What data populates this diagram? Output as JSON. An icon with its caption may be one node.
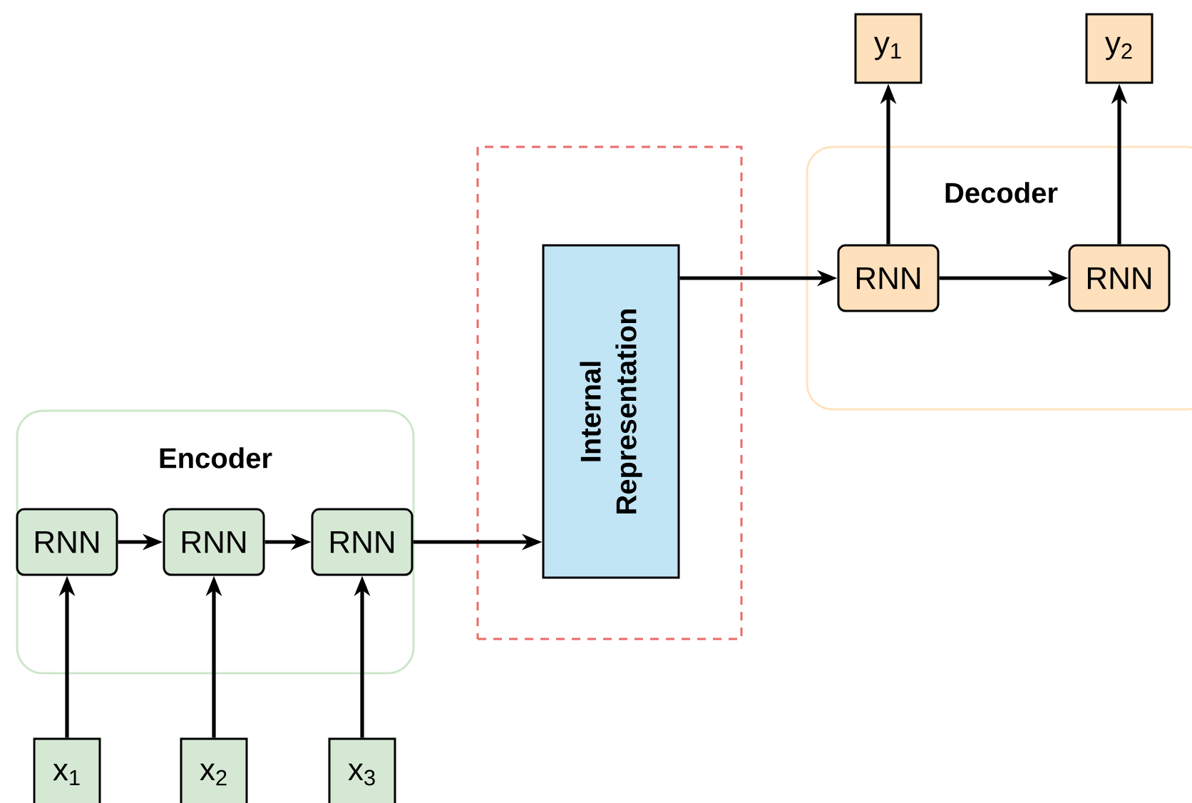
{
  "diagram": {
    "nodes": [
      {
        "text": [
          "Encoder"
        ]
      },
      {
        "text": [
          "RNN"
        ],
        "in": 0
      },
      {
        "text": [
          "RNN"
        ],
        "in": 0
      },
      {
        "text": [
          "RNN"
        ],
        "in": 0
      },
      {
        "text": [
          "x$_{1}$"
        ]
      },
      {
        "text": [
          "x$_{2}$"
        ]
      },
      {
        "text": [
          "x$_{3}$"
        ]
      },
      {
        "text": [],
        "shape": "box"
      },
      {
        "text": [
          "Internal Representation"
        ],
        "in": 7
      },
      {
        "text": [
          "Decoder"
        ]
      },
      {
        "text": [
          "RNN"
        ],
        "in": 9
      },
      {
        "text": [
          "RNN"
        ],
        "in": 9
      },
      {
        "text": [
          "y$_{1}$"
        ]
      },
      {
        "text": [
          "y$_{2}$"
        ]
      }
    ],
    "edges": [
      {
        "from": 4,
        "to": 1,
        "arrow": "to"
      },
      {
        "from": 5,
        "to": 2,
        "arrow": "to"
      },
      {
        "from": 6,
        "to": 3,
        "arrow": "to"
      },
      {
        "from": 1,
        "to": 2,
        "arrow": "to"
      },
      {
        "from": 2,
        "to": 3,
        "arrow": "to"
      },
      {
        "from": 3,
        "to": 8,
        "arrow": "to"
      },
      {
        "from": 8,
        "to": 10,
        "arrow": "to"
      },
      {
        "from": 10,
        "to": 11,
        "arrow": "to"
      },
      {
        "from": 10,
        "to": 12,
        "arrow": "to"
      },
      {
        "from": 11,
        "to": 13,
        "arrow": "to"
      }
    ]
  }
}
